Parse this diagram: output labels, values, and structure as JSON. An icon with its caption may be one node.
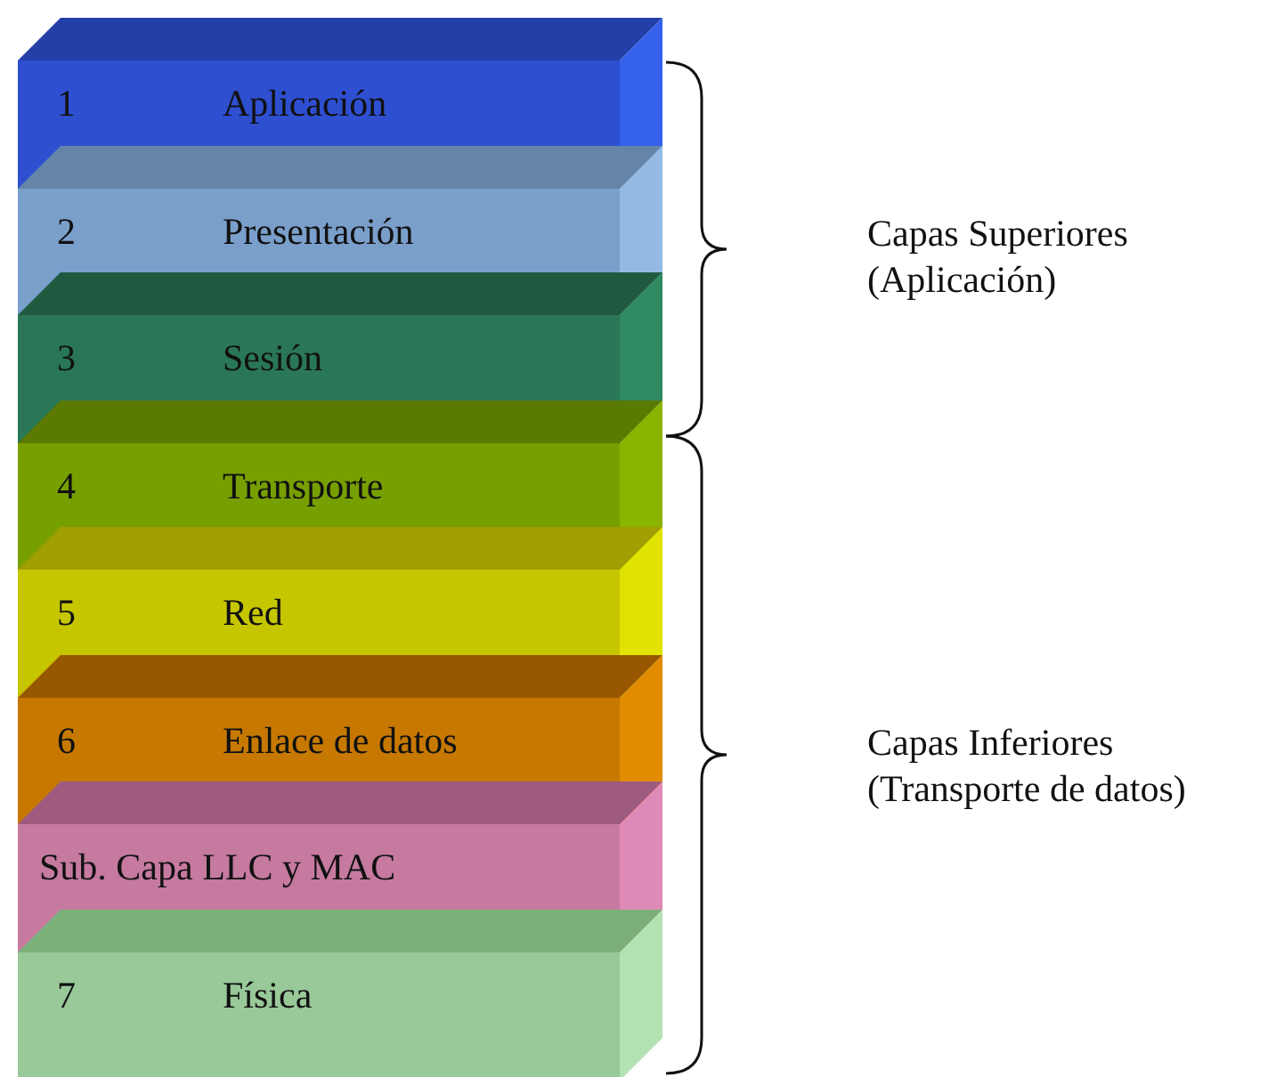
{
  "diagram": {
    "nodes": [
      {
        "text": [
          "1",
          "Aplicación"
        ]
      },
      {
        "text": [
          "2",
          "Presentación"
        ]
      },
      {
        "text": [
          "3",
          "Sesión"
        ]
      },
      {
        "text": [
          "4",
          "Transporte"
        ]
      },
      {
        "text": [
          "5",
          "Red"
        ]
      },
      {
        "text": [
          "6",
          "Enlace de datos"
        ]
      },
      {
        "text": [
          "Sub. Capa LLC y MAC"
        ]
      },
      {
        "text": [
          "7",
          "Física"
        ]
      }
    ],
    "labels": [
      "Capas Superiores (Aplicación)",
      "Capas Inferiores (Transporte de datos)"
    ]
  }
}
